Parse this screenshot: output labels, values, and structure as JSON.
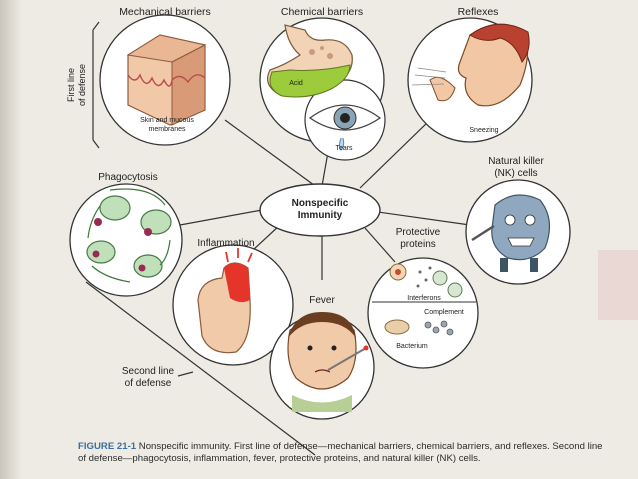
{
  "diagram": {
    "center": {
      "line1": "Nonspecific",
      "line2": "Immunity"
    },
    "nodes": {
      "mechanical": {
        "title": "Mechanical barriers",
        "sub1": "Skin and mucous",
        "sub2": "membranes"
      },
      "chemical": {
        "title": "Chemical barriers",
        "acid": "Acid",
        "tears": "Tears"
      },
      "reflexes": {
        "title": "Reflexes",
        "sub": "Sneezing"
      },
      "nk": {
        "title1": "Natural killer",
        "title2": "(NK) cells"
      },
      "phagocytosis": {
        "title": "Phagocytosis"
      },
      "inflammation": {
        "title": "Inflammation"
      },
      "fever": {
        "title": "Fever"
      },
      "proteins": {
        "title1": "Protective",
        "title2": "proteins",
        "interferons": "Interferons",
        "complement": "Complement",
        "bacterium": "Bacterium"
      }
    },
    "first_line": {
      "line1": "First line",
      "line2": "of defense"
    },
    "second_line": {
      "line1": "Second line",
      "line2": "of defense"
    }
  },
  "caption": {
    "figure_label": "FIGURE 21-1",
    "text": "Nonspecific immunity. First line of defense—mechanical barriers, chemical barriers, and reflexes. Second line of defense—phagocytosis, inflammation, fever, protective proteins, and natural killer (NK) cells."
  },
  "colors": {
    "acid_green": "#9ccb3b",
    "inflammation_red": "#e5352b",
    "cell_green": "#bfe0b8",
    "nk_blue": "#8fa8bf"
  }
}
